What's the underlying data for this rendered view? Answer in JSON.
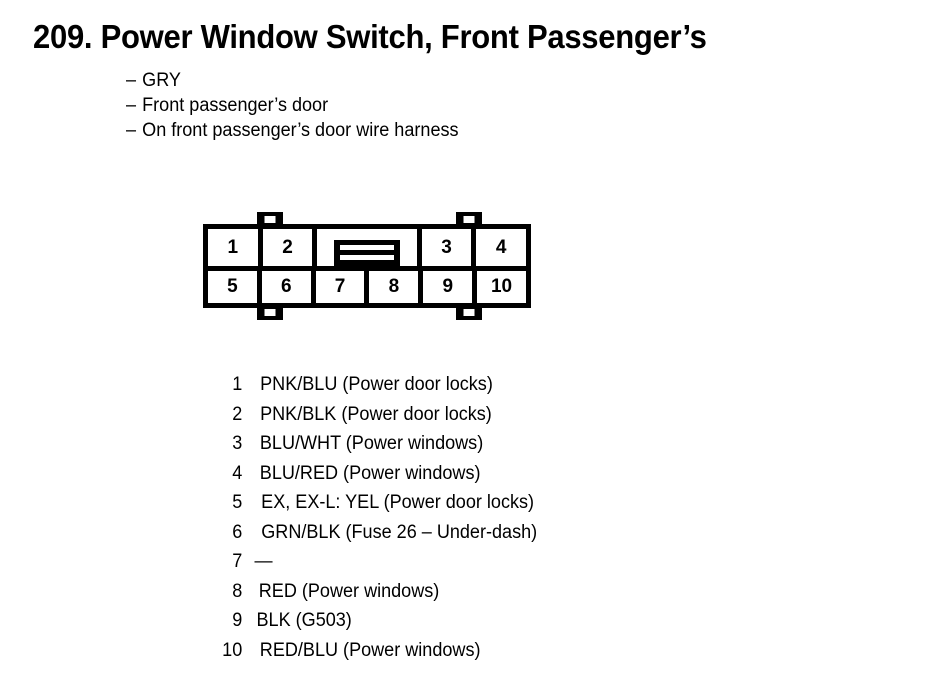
{
  "header": {
    "number": "209.",
    "title": "209.  Power Window Switch, Front Passenger’s",
    "subtitle_items": [
      "GRY",
      "Front passenger’s door",
      "On front passenger’s door wire harness"
    ],
    "bullet_dash": "–"
  },
  "connector": {
    "name": "10-pin connector",
    "top_row": [
      "1",
      "2",
      "3",
      "4"
    ],
    "bottom_row": [
      "5",
      "6",
      "7",
      "8",
      "9",
      "10"
    ],
    "keyway_label": "center-keyway"
  },
  "pin_legend": [
    {
      "pin": "1",
      "desc": "PNK/BLU (Power door locks)"
    },
    {
      "pin": "2",
      "desc": "PNK/BLK (Power door locks)"
    },
    {
      "pin": "3",
      "desc": "BLU/WHT (Power windows)"
    },
    {
      "pin": "4",
      "desc": "BLU/RED (Power windows)"
    },
    {
      "pin": "5",
      "desc": "EX, EX-L: YEL (Power door locks)"
    },
    {
      "pin": "6",
      "desc": "GRN/BLK (Fuse 26 – Under-dash)"
    },
    {
      "pin": "7",
      "desc": "—"
    },
    {
      "pin": "8",
      "desc": "RED (Power windows)"
    },
    {
      "pin": "9",
      "desc": "BLK (G503)"
    },
    {
      "pin": "10",
      "desc": "RED/BLU (Power windows)"
    }
  ],
  "colors": {
    "ink": "#000000",
    "paper": "#ffffff"
  }
}
